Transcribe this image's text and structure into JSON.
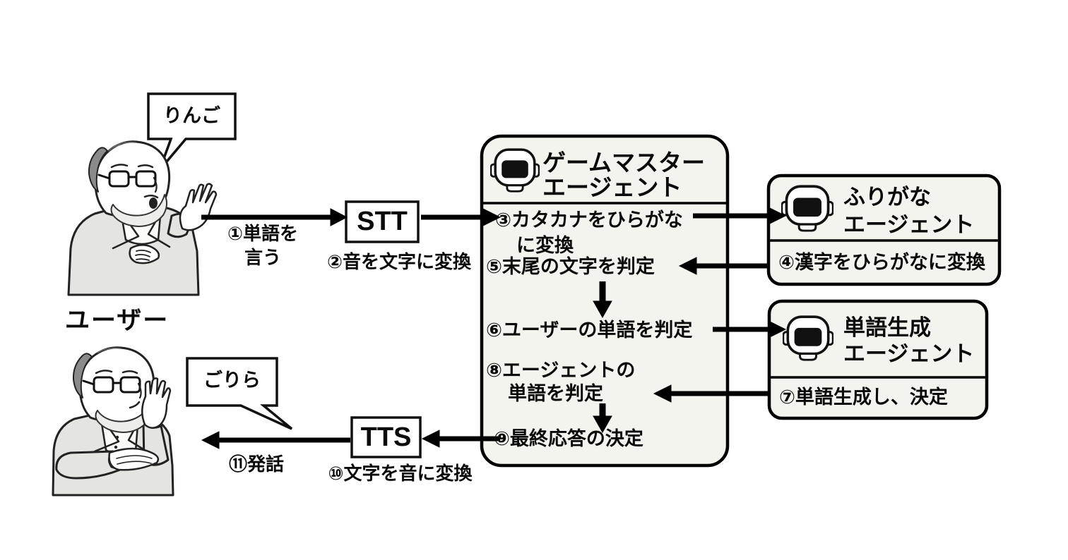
{
  "colors": {
    "box_fill": "#f4f4ef",
    "ink": "#000000",
    "border": "#111111"
  },
  "user": {
    "label": "ユーザー",
    "bubble_top": "りんご",
    "bubble_bottom": "ごりら"
  },
  "flow": {
    "step1_line1": "①単語を",
    "step1_line2": "言う",
    "stt_label": "STT",
    "step2": "②音を文字に変換",
    "tts_label": "TTS",
    "step10": "⑩文字を音に変換",
    "step11": "⑪発話"
  },
  "game_master": {
    "title_line1": "ゲームマスター",
    "title_line2": "エージェント",
    "step3_line1": "③カタカナをひらがな",
    "step3_line2": "に変換",
    "step5": "⑤末尾の文字を判定",
    "step6": "⑥ユーザーの単語を判定",
    "step8_line1": "⑧エージェントの",
    "step8_line2": "単語を判定",
    "step9": "⑨最終応答の決定"
  },
  "furigana_agent": {
    "title_line1": "ふりがな",
    "title_line2": "エージェント",
    "step4": "④漢字をひらがなに変換"
  },
  "word_agent": {
    "title_line1": "単語生成",
    "title_line2": "エージェント",
    "step7": "⑦単語生成し、決定"
  }
}
